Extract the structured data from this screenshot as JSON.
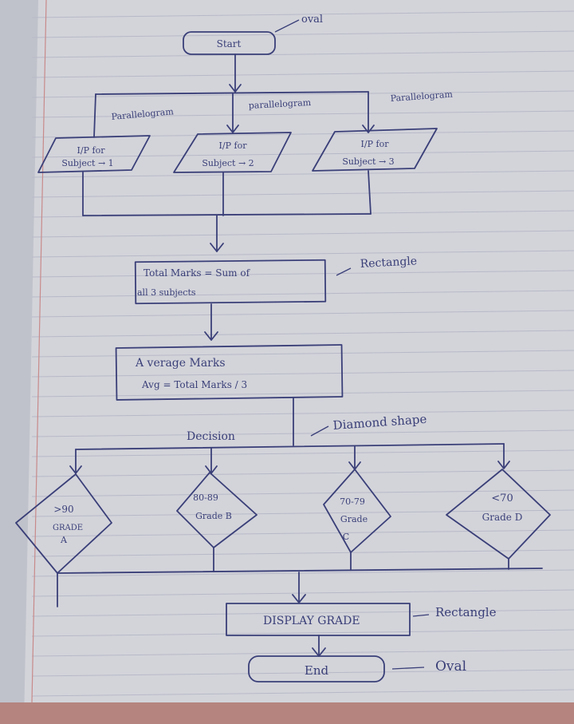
{
  "start": "Start",
  "end": "End",
  "notes": {
    "oval_top": "oval",
    "para_left": "Parallelogram",
    "para_mid": "parallelogram",
    "para_right": "Parallelogram",
    "rect_total": "Rectangle",
    "diamond_shape": "Diamond shape",
    "rect_display": "Rectangle",
    "oval_bottom": "Oval"
  },
  "inputs": [
    {
      "line1": "I/P for",
      "line2": "Subject → 1"
    },
    {
      "line1": "I/P for",
      "line2": "Subject → 2"
    },
    {
      "line1": "I/P for",
      "line2": "Subject → 3"
    }
  ],
  "total": {
    "line1": "Total Marks = Sum of",
    "line2": "all 3 subjects"
  },
  "average": {
    "line1": "A verage Marks",
    "line2": "Avg = Total Marks / 3"
  },
  "decision_label": "Decision",
  "decisions": [
    {
      "line1": ">90",
      "line2": "GRADE",
      "line3": "A"
    },
    {
      "line1": "80-89",
      "line2": "Grade B",
      "line3": ""
    },
    {
      "line1": "70-79",
      "line2": "Grade",
      "line3": "C"
    },
    {
      "line1": "<70",
      "line2": "Grade D",
      "line3": ""
    }
  ],
  "display": "DISPLAY GRADE",
  "colors": {
    "ink": "#3a3f78",
    "paper": "#d6d6dc",
    "rule": "#b7b9c7",
    "margin": "#c88a8a"
  }
}
